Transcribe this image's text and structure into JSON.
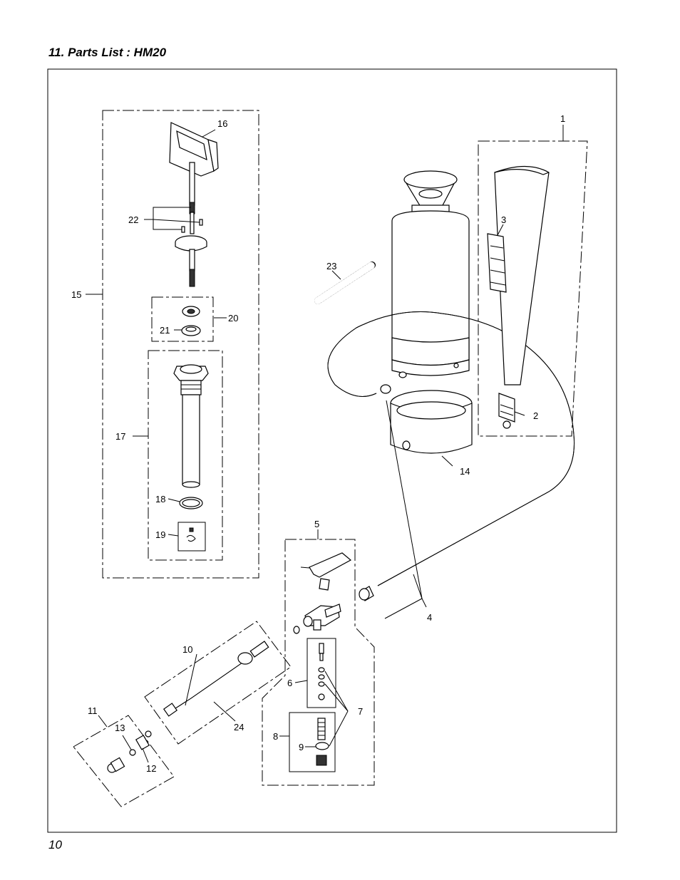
{
  "page": {
    "title": "11. Parts List : HM20",
    "page_number": "10"
  },
  "callouts": {
    "c1": "1",
    "c2": "2",
    "c3": "3",
    "c4": "4",
    "c5": "5",
    "c6": "6",
    "c7": "7",
    "c8": "8",
    "c9": "9",
    "c10": "10",
    "c11": "11",
    "c12": "12",
    "c13": "13",
    "c14": "14",
    "c15": "15",
    "c16": "16",
    "c17": "17",
    "c18": "18",
    "c19": "19",
    "c20": "20",
    "c21": "21",
    "c22": "22",
    "c23": "23",
    "c24": "24"
  }
}
